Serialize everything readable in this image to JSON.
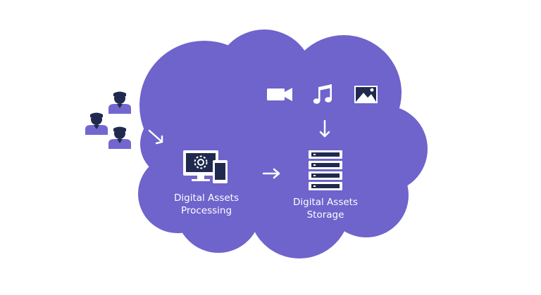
{
  "colors": {
    "cloud": "#6f63cc",
    "navy": "#1f2a4e",
    "user": "#7367cf",
    "arrow": "#ffffff",
    "label": "#ffffff",
    "background": "#ffffff"
  },
  "users": {
    "icon": "user-icon",
    "count": 3
  },
  "media_icons": [
    "video-camera-icon",
    "music-note-icon",
    "image-icon"
  ],
  "processing": {
    "icon": "desktop-and-mobile-icon",
    "label_line1": "Digital Assets",
    "label_line2": "Processing"
  },
  "storage": {
    "icon": "server-stack-icon",
    "label_line1": "Digital Assets",
    "label_line2": "Storage"
  }
}
